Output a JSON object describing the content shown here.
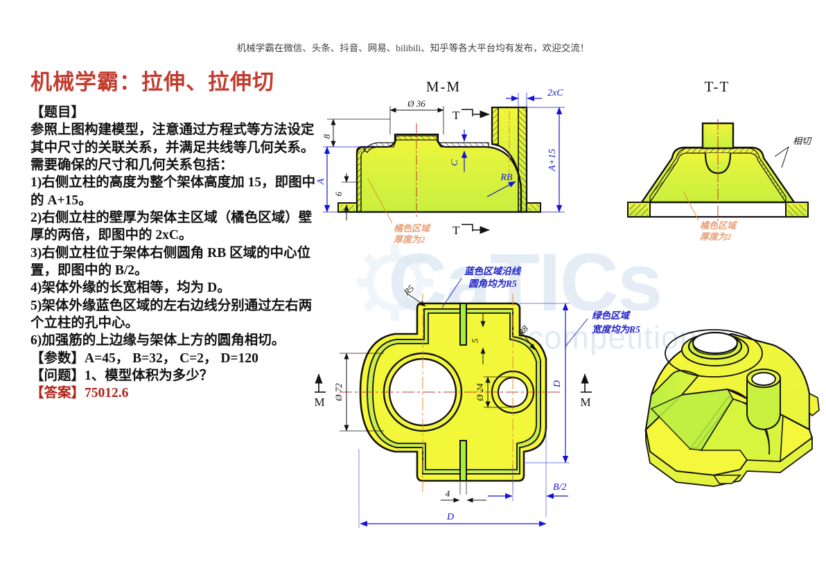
{
  "header": {
    "promo": "机械学霸在微信、头条、抖音、网易、bilibili、知乎等各大平台均有发布，欢迎交流！"
  },
  "article": {
    "title": "机械学霸：拉伸、拉伸切",
    "section_problem_label": "【题目】",
    "problem_paragraphs": [
      "参照上图构建模型，注意通过方程式等方法设定其中尺寸的关联关系，并满足共线等几何关系。",
      "需要确保的尺寸和几何关系包括："
    ],
    "requirements": [
      "1)右侧立柱的高度为整个架体高度加 15，即图中的 A+15。",
      "2)右侧立柱的壁厚为架体主区域（橘色区域）壁厚的两倍，即图中的 2xC。",
      "3)右侧立柱位于架体右侧圆角 RB 区域的中心位置，即图中的 B/2。",
      "4)架体外缘的长宽相等，均为 D。",
      "5)架体外缘蓝色区域的左右边线分别通过左右两个立柱的孔中心。",
      "6)加强筋的上边缘与架体上方的圆角相切。"
    ],
    "params_label": "【参数】",
    "params_value": "A=45， B=32， C=2， D=120",
    "question_label": "【问题】",
    "question_value": "1、模型体积为多少？",
    "answer_label": "【答案】",
    "answer_value": "75012.6"
  },
  "watermark": {
    "brand": "CaTICs",
    "sub": "digital competition"
  },
  "views": {
    "section_mm": {
      "title": "M-M",
      "dims": {
        "bore": "Ø 36",
        "flange_h": "8",
        "total_h": "A",
        "base_h": "6",
        "wall_c": "C",
        "post_wall": "2xC",
        "post_h": "A+15",
        "fillet": "RB"
      },
      "cut_marks": [
        "T",
        "T"
      ],
      "note": "橘色区域\n厚度为2",
      "note_line1": "橘色区域",
      "note_line2": "厚度为2"
    },
    "section_tt": {
      "title": "T-T",
      "note_line1": "橘色区域",
      "note_line2": "厚度为2",
      "tangent_note": "相切"
    },
    "plan": {
      "dims": {
        "big_bore": "Ø 72",
        "small_bore": "Ø 24",
        "rib_width": "5",
        "rib_thk": "4",
        "corner_r5": "R5",
        "corner_r8": "R8",
        "width_d": "D",
        "length_d": "D",
        "post_offset": "B/2"
      },
      "cut_marks": [
        "M",
        "M"
      ],
      "note_blue_line1": "蓝色区域沿线",
      "note_blue_line2": "圆角均为R5",
      "note_green_line1": "绿色区域",
      "note_green_line2": "宽度均为R5"
    },
    "iso": {
      "title": ""
    }
  },
  "colors": {
    "title_red": "#c23b2e",
    "answer_red": "#b02318",
    "dim_blue": "#1414d8",
    "note_orange": "#e8a27a",
    "part_yellow": "#f5f52e",
    "part_green": "#aef24a",
    "outline": "#111111"
  }
}
